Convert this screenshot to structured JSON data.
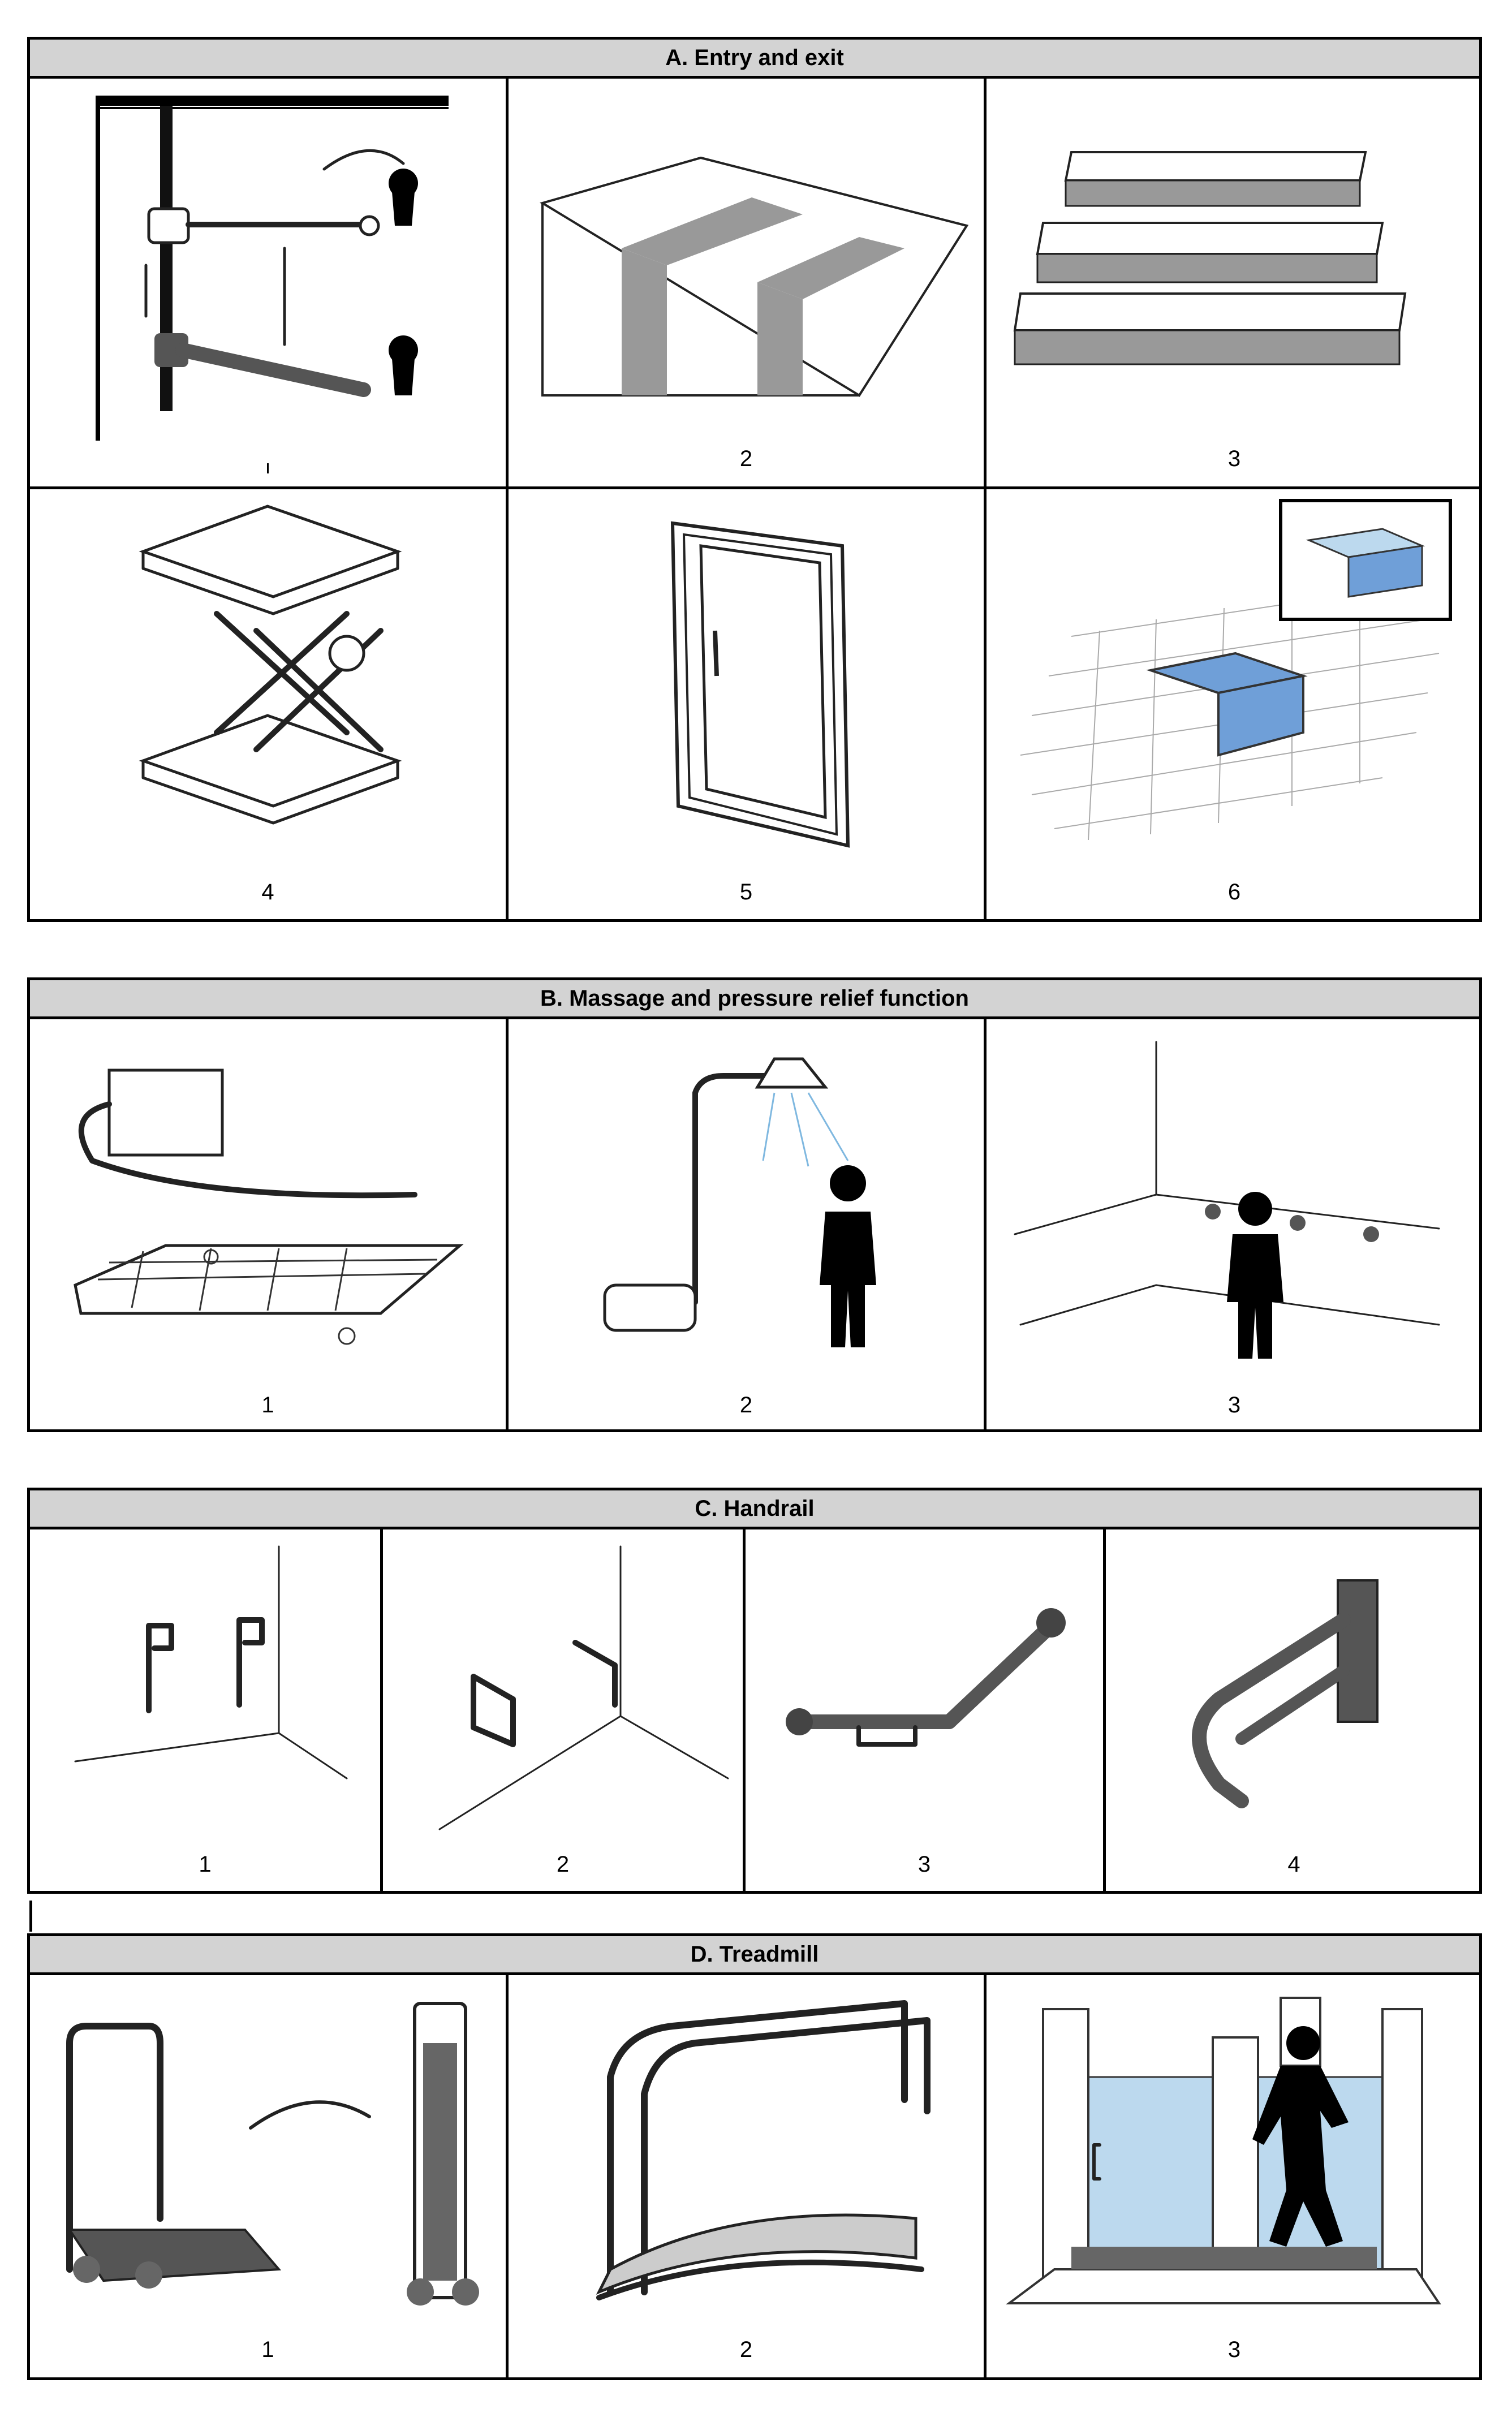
{
  "sections": [
    {
      "title": "A.  Entry and exit",
      "panels": [
        {
          "number": "1",
          "icon": "pool-lift-arm-icon"
        },
        {
          "number": "2",
          "icon": "ramp-icon"
        },
        {
          "number": "3",
          "icon": "stairs-icon"
        },
        {
          "number": "4",
          "icon": "scissor-lift-platform-icon"
        },
        {
          "number": "5",
          "icon": "door-icon"
        },
        {
          "number": "6",
          "icon": "floor-pit-pool-icon"
        }
      ]
    },
    {
      "title": "B.  Massage and pressure relief function",
      "panels": [
        {
          "number": "1",
          "icon": "bubble-massage-mat-icon"
        },
        {
          "number": "2",
          "icon": "overhead-shower-icon"
        },
        {
          "number": "3",
          "icon": "wall-jets-icon"
        }
      ]
    },
    {
      "title": "C.  Handrail",
      "panels": [
        {
          "number": "1",
          "icon": "wall-grab-bars-icon"
        },
        {
          "number": "2",
          "icon": "corner-grab-bars-icon"
        },
        {
          "number": "3",
          "icon": "angled-grab-bar-icon"
        },
        {
          "number": "4",
          "icon": "foldable-grab-bar-icon"
        }
      ]
    },
    {
      "title": "D.  Treadmill",
      "panels": [
        {
          "number": "1",
          "icon": "foldable-treadmill-icon"
        },
        {
          "number": "2",
          "icon": "curved-treadmill-icon"
        },
        {
          "number": "3",
          "icon": "underwater-treadmill-tank-icon"
        }
      ]
    }
  ],
  "colors": {
    "header_bg": "#d3d3d3",
    "water_blue": "#6f9fd8",
    "light_blue": "#bcd9ee",
    "grey_band": "#a9a9a9"
  }
}
